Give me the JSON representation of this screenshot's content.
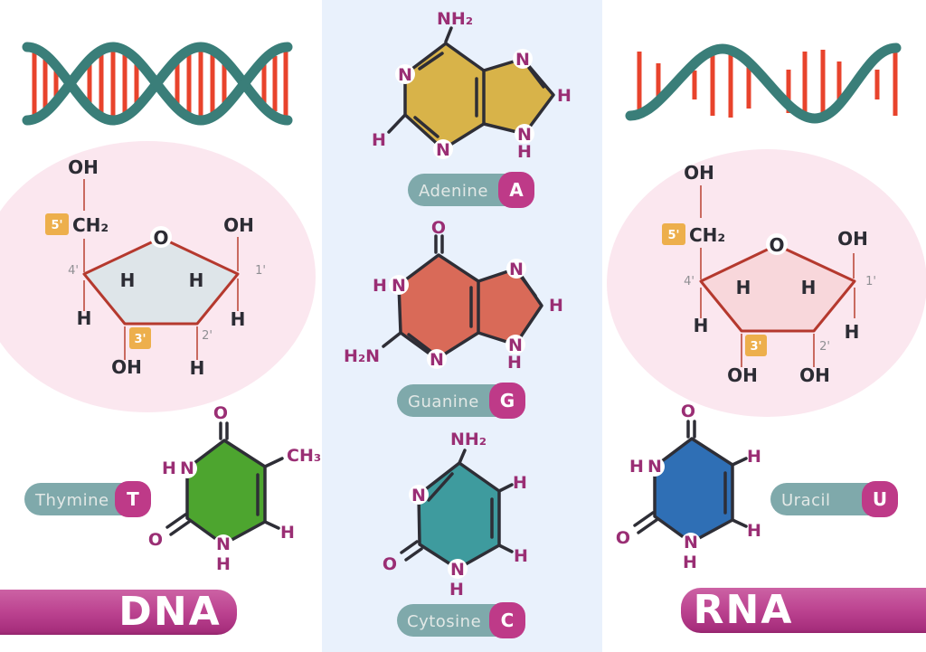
{
  "colors": {
    "center_column_bg": "#E9F1FC",
    "ellipse_pink": "#FBE7EF",
    "helix_teal": "#3A7E79",
    "rung_red": "#E8432C",
    "sugar_ring_outline": "#B5392E",
    "deoxyribose_fill": "#DEE5E9",
    "ribose_fill": "#F8D7DB",
    "adenine_gold": "#D8B349",
    "guanine_red": "#D96A58",
    "cytosine_teal": "#3E9B9E",
    "thymine_green": "#4DA52F",
    "uracil_blue": "#2F6FB5",
    "atom_magenta": "#9A2E74",
    "badge_orange": "#EDAF4C",
    "pill_teal": "#7FA9AB",
    "letter_badge_magenta": "#BE3A88",
    "banner_magenta": "#BC4390",
    "bond_dark": "#2E2E36"
  },
  "dna": {
    "banner_label": "DNA",
    "sugar": {
      "oh_top": "OH",
      "five_prime": "5'",
      "ch2": "CH₂",
      "ring_o": "O",
      "oh_c1": "OH",
      "four_prime": "4'",
      "one_prime": "1'",
      "h_inner_left": "H",
      "h_inner_right": "H",
      "h_c4": "H",
      "h_c1": "H",
      "three_prime": "3'",
      "two_prime": "2'",
      "oh_c3": "OH",
      "h_c2": "H"
    },
    "thymine": {
      "name": "Thymine",
      "letter": "T",
      "o4": "O",
      "ch3": "CH₃",
      "h3": "H",
      "n3": "N",
      "o2": "O",
      "n1": "N",
      "h1": "H",
      "h6": "H"
    }
  },
  "center": {
    "adenine": {
      "name": "Adenine",
      "letter": "A",
      "nh2": "NH₂",
      "n1": "N",
      "h2": "H",
      "n3": "N",
      "n7": "N",
      "h8": "H",
      "n9": "N",
      "h9": "H"
    },
    "guanine": {
      "name": "Guanine",
      "letter": "G",
      "o6": "O",
      "h1": "H",
      "n1": "N",
      "h2n": "H₂N",
      "n3": "N",
      "n7": "N",
      "h8": "H",
      "n9": "N",
      "h9": "H"
    },
    "cytosine": {
      "name": "Cytosine",
      "letter": "C",
      "nh2": "NH₂",
      "n3": "N",
      "o2": "O",
      "n1": "N",
      "h1": "H",
      "h5": "H",
      "h6": "H"
    }
  },
  "rna": {
    "banner_label": "RNA",
    "sugar": {
      "oh_top": "OH",
      "five_prime": "5'",
      "ch2": "CH₂",
      "ring_o": "O",
      "oh_c1": "OH",
      "four_prime": "4'",
      "one_prime": "1'",
      "h_inner_left": "H",
      "h_inner_right": "H",
      "h_c4": "H",
      "h_c1": "H",
      "three_prime": "3'",
      "two_prime": "2'",
      "oh_c3": "OH",
      "oh_c2": "OH"
    },
    "uracil": {
      "name": "Uracil",
      "letter": "U",
      "o4": "O",
      "h5": "H",
      "h3": "H",
      "n3": "N",
      "o2": "O",
      "n1": "N",
      "h1": "H",
      "h6": "H"
    }
  }
}
